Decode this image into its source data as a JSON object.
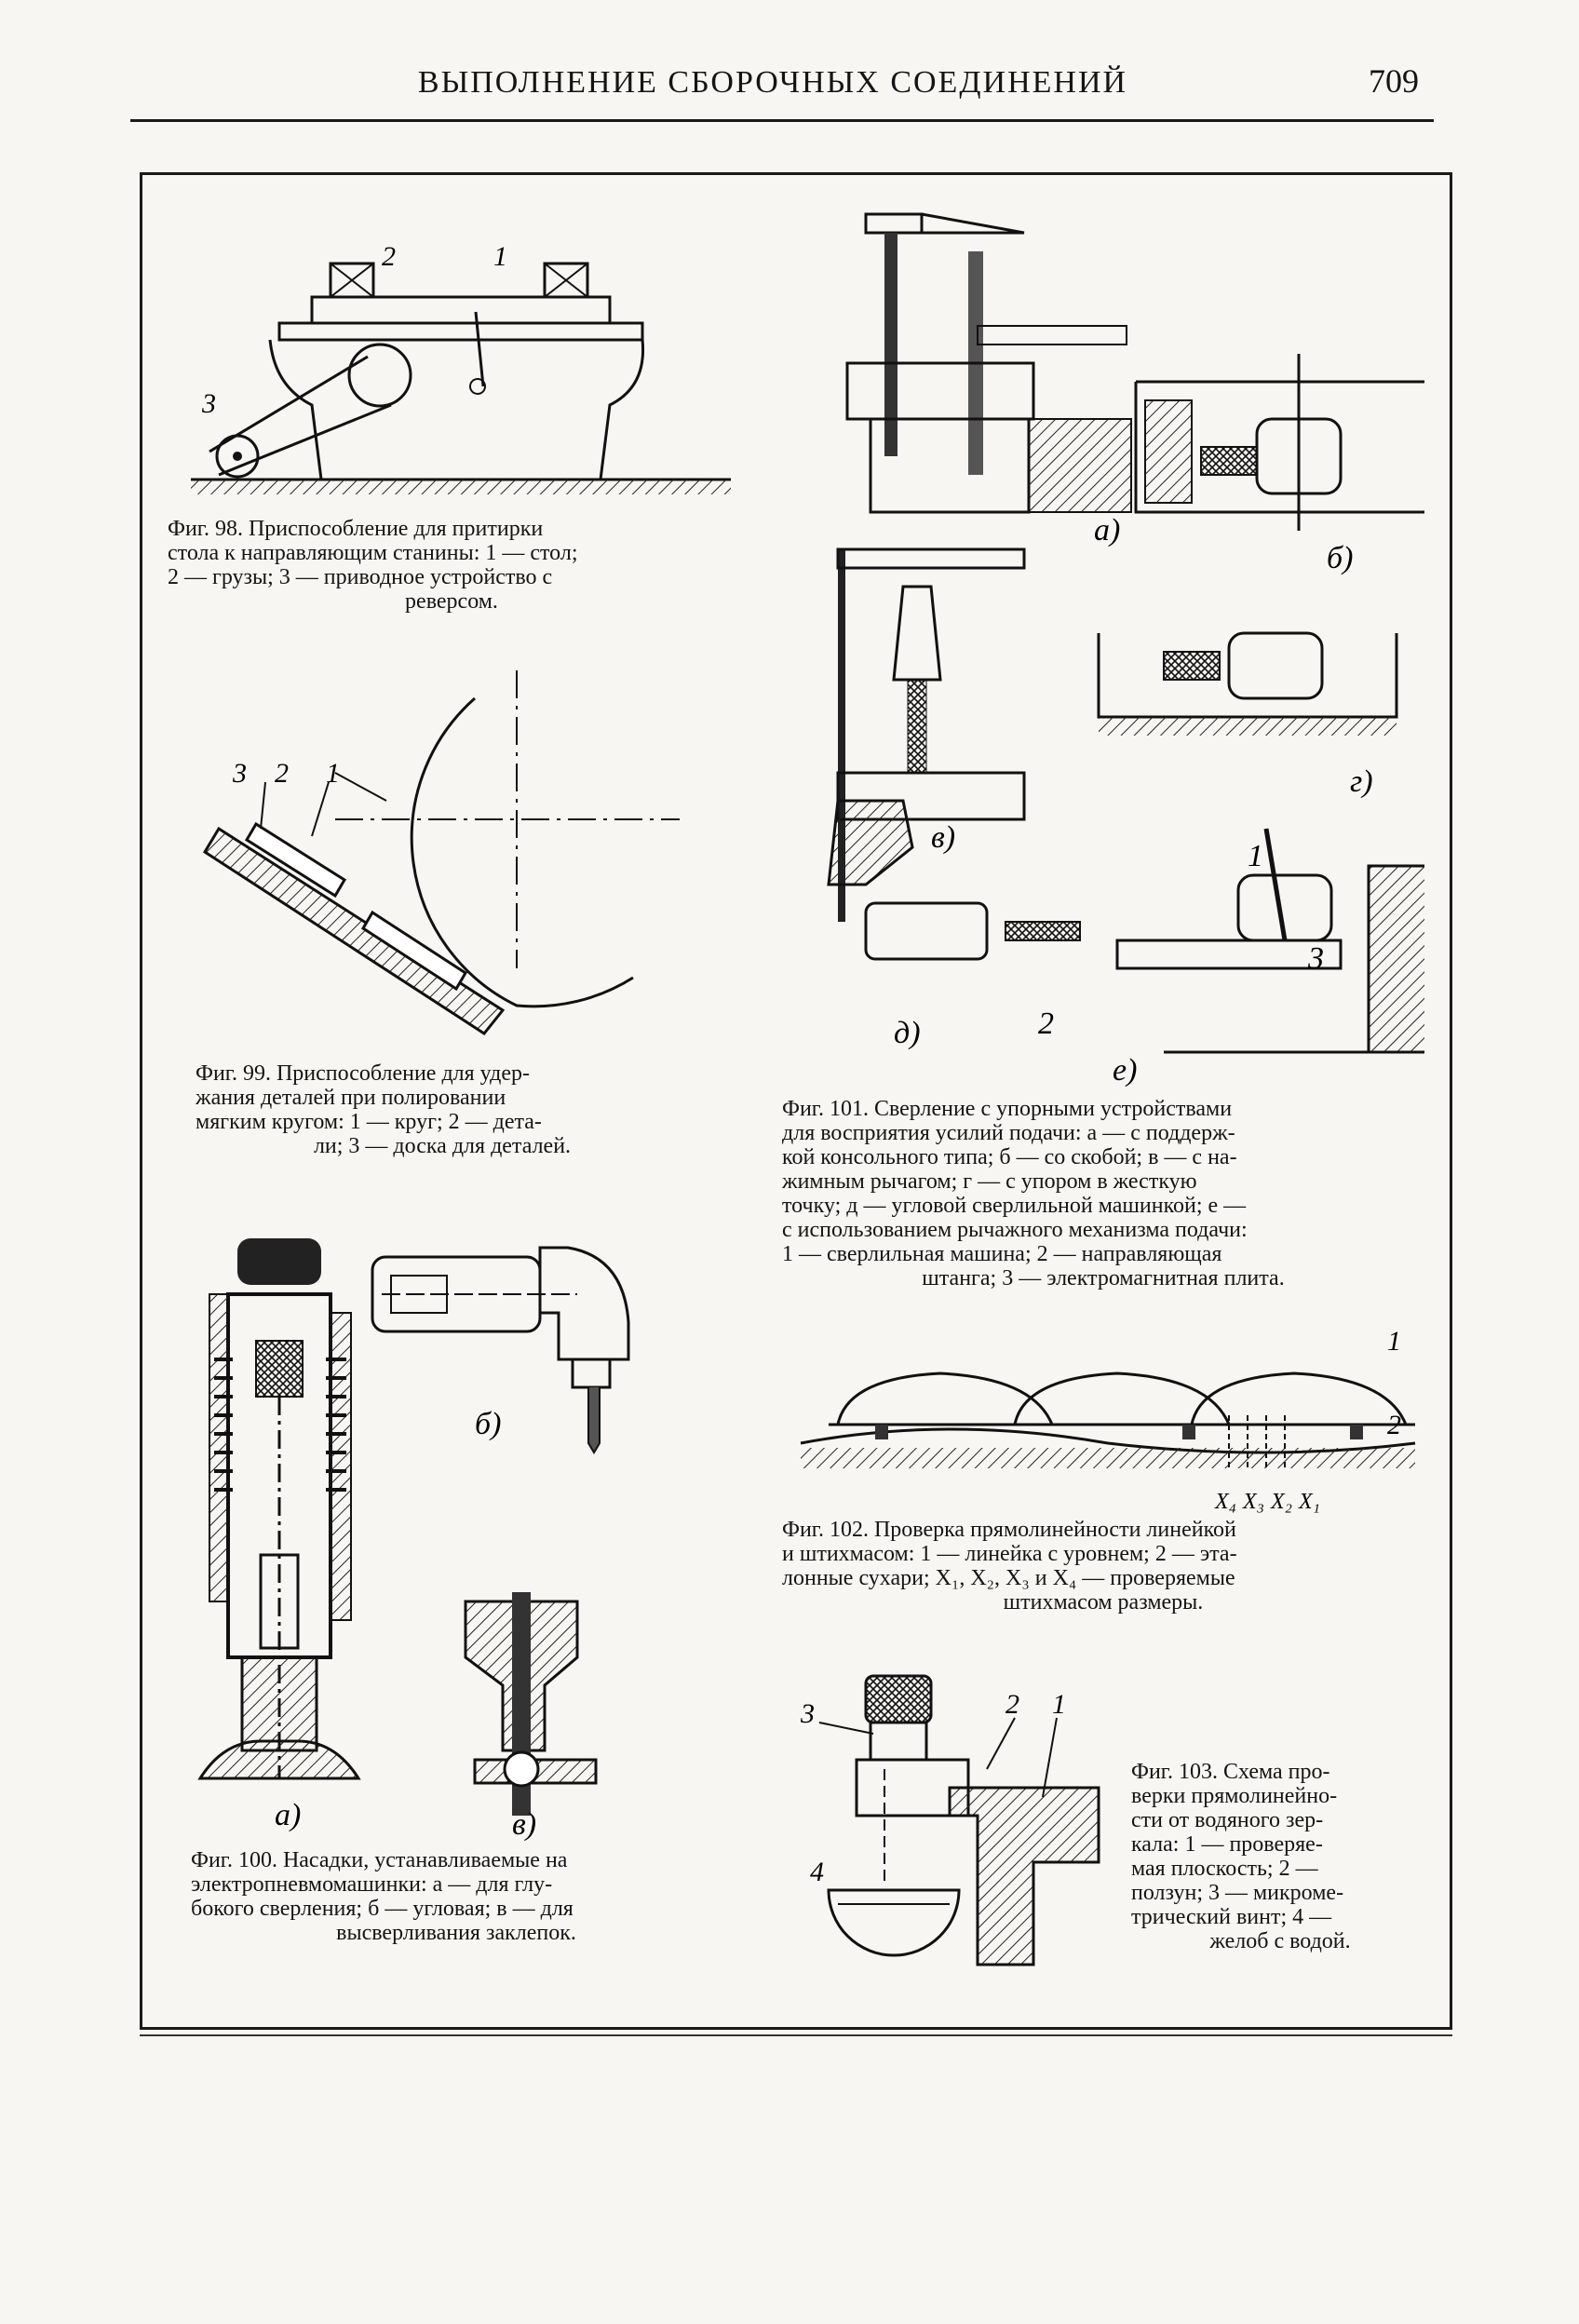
{
  "header": {
    "running_title": "ВЫПОЛНЕНИЕ СБОРОЧНЫХ СОЕДИНЕНИЙ",
    "page_number": "709"
  },
  "figures": {
    "fig98": {
      "labels": [
        "1",
        "2",
        "3"
      ],
      "caption_lines": [
        "Фиг. 98. Приспособление для притирки",
        "стола к направляющим станины: 1 — стол;",
        "2 — грузы; 3 — приводное устройство с",
        "реверсом."
      ]
    },
    "fig99": {
      "labels": [
        "1",
        "2",
        "3"
      ],
      "caption_lines": [
        "Фиг. 99. Приспособление для удер-",
        "жания деталей при полировании",
        "мягким кругом: 1 — круг; 2 — дета-",
        "ли; 3 — доска для деталей."
      ]
    },
    "fig100": {
      "labels": [
        "а)",
        "б)",
        "в)"
      ],
      "caption_lines": [
        "Фиг. 100. Насадки, устанавливаемые на",
        "электропневмомашинки: а — для глу-",
        "бокого сверления; б — угловая; в — для",
        "высверливания заклепок."
      ]
    },
    "fig101": {
      "labels": [
        "а)",
        "б)",
        "в)",
        "г)",
        "д)",
        "е)",
        "1",
        "2",
        "3"
      ],
      "caption_lines": [
        "Фиг. 101. Сверление с упорными устройствами",
        "для восприятия усилий подачи: а — с поддерж-",
        "кой консольного типа; б — со скобой; в — с на-",
        "жимным рычагом; г — с упором в жесткую",
        "точку; д — угловой сверлильной машинкой; е —",
        "с использованием рычажного механизма подачи:",
        "1 — сверлильная машина; 2 — направляющая",
        "штанга; 3 — электромагнитная плита."
      ]
    },
    "fig102": {
      "labels": [
        "1",
        "2",
        "X₄",
        "X₃",
        "X₂",
        "X₁"
      ],
      "caption_lines": [
        "Фиг. 102. Проверка прямолинейности линейкой",
        "и штихмасом: 1 — линейка с уровнем; 2 — эта-",
        "лонные сухари; X₁, X₂, X₃ и X₄ — проверяемые",
        "штихмасом размеры."
      ]
    },
    "fig103": {
      "labels": [
        "1",
        "2",
        "3",
        "4"
      ],
      "caption_lines": [
        "Фиг. 103. Схема про-",
        "верки прямолинейно-",
        "сти от водяного зер-",
        "кала: 1 — проверяе-",
        "мая плоскость; 2 —",
        "ползун; 3 — микроме-",
        "трический винт; 4 —",
        "желоб с водой."
      ]
    }
  }
}
